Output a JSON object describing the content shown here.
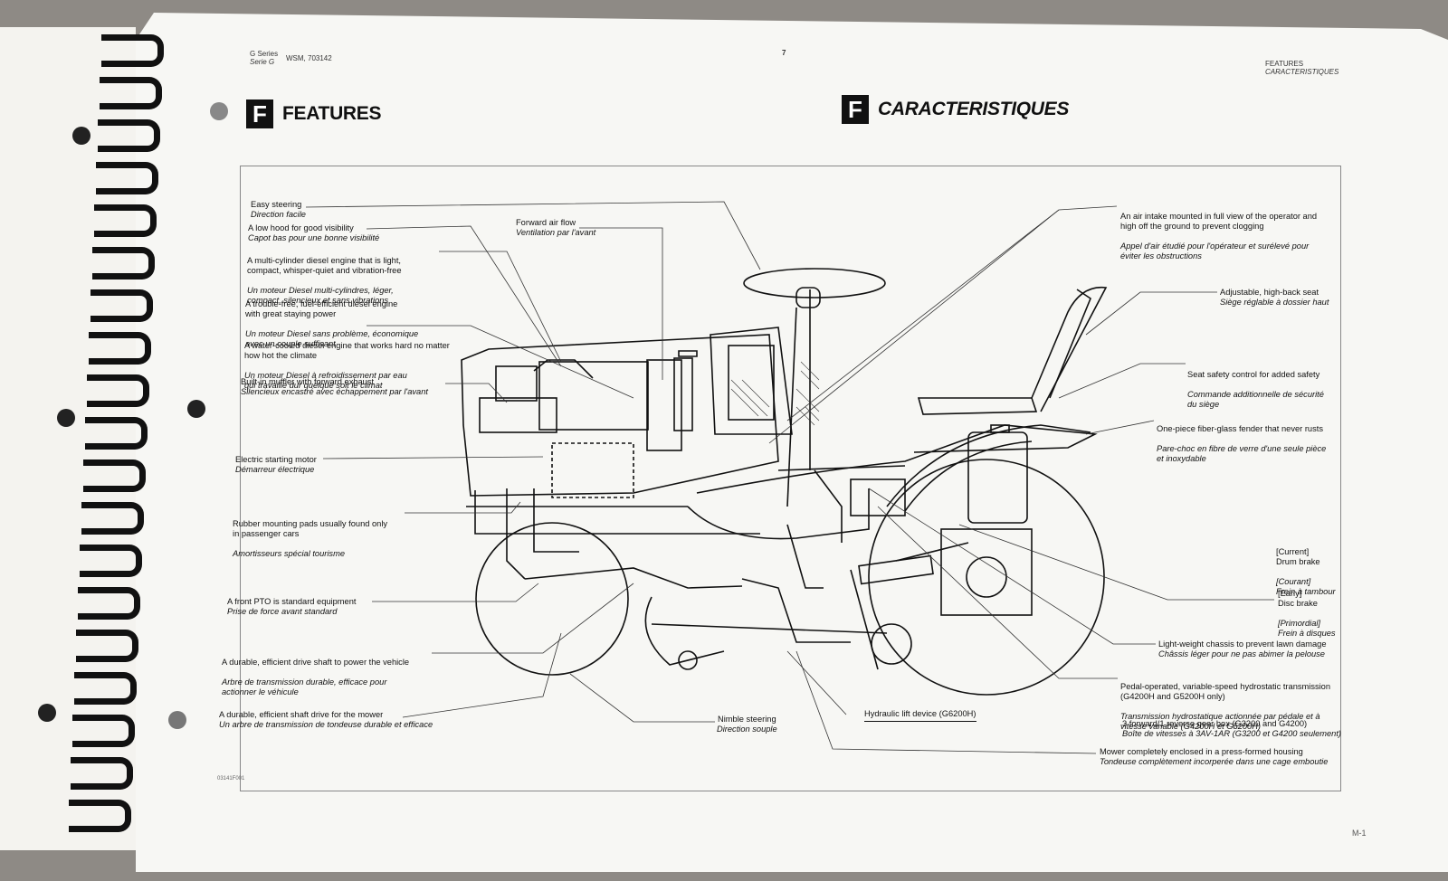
{
  "header": {
    "series_en": "G Series",
    "series_fr": "Serie G",
    "manual": "WSM, 703142",
    "page_number": "7",
    "section_en": "FEATURES",
    "section_fr": "CARACTERISTIQUES"
  },
  "titles": {
    "badge": "F",
    "en": "FEATURES",
    "fr": "CARACTERISTIQUES"
  },
  "labels_left": [
    {
      "en": "Easy steering",
      "fr": "Direction facile"
    },
    {
      "en": "A low hood for good visibility",
      "fr": "Capot bas pour une bonne visibilité"
    },
    {
      "en": "A multi-cylinder diesel engine that is light,\ncompact, whisper-quiet and vibration-free",
      "fr": "Un moteur Diesel multi-cylindres, léger,\ncompact, silencieux et sans vibrations"
    },
    {
      "en": "A trouble-free, fuel-efficient diesel engine\nwith great staying power",
      "fr": "Un moteur Diesel sans problème, économique\navec un couple suffisant"
    },
    {
      "en": "A water-cooled diesel engine that works hard no matter\nhow hot the climate",
      "fr": "Un moteur Diesel à refroidissement par eau\nqui travaille dur quelque soit le climat"
    },
    {
      "en": "Built-in muffler with forward exhaust",
      "fr": "Silencieux encastré avec échappement par l'avant"
    },
    {
      "en": "Electric starting motor",
      "fr": "Démarreur électrique"
    },
    {
      "en": "Rubber mounting pads usually found only\nin passenger cars",
      "fr": "Amortisseurs spécial tourisme"
    },
    {
      "en": "A front PTO is standard equipment",
      "fr": "Prise de force avant standard"
    },
    {
      "en": "A durable, efficient drive shaft to power the vehicle",
      "fr": "Arbre de transmission durable, efficace pour\nactionner le véhicule"
    },
    {
      "en": "A durable, efficient shaft drive for the mower",
      "fr": "Un arbre de transmission de tondeuse durable et efficace"
    }
  ],
  "labels_center": [
    {
      "en": "Forward air flow",
      "fr": "Ventilation par l'avant"
    },
    {
      "en": "Nimble steering",
      "fr": "Direction souple"
    },
    {
      "en": "Hydraulic lift device (G6200H)",
      "fr": ""
    }
  ],
  "labels_right": [
    {
      "en": "An air intake mounted in full view of the operator and\nhigh off the ground to prevent clogging",
      "fr": "Appel d'air étudié pour l'opérateur et surélevé pour\néviter les obstructions"
    },
    {
      "en": "Adjustable, high-back seat",
      "fr": "Siège réglable à dossier haut"
    },
    {
      "en": "Seat safety control for added safety",
      "fr": "Commande additionnelle de sécurité\ndu siège"
    },
    {
      "en": "One-piece fiber-glass fender that never rusts",
      "fr": "Pare-choc en fibre de verre d'une seule pièce\net inoxydable"
    },
    {
      "en": "[Current]\nDrum brake",
      "fr": "[Courant]\nFrein à tambour"
    },
    {
      "en": "[Early]\nDisc brake",
      "fr": "[Primordial]\nFrein à disques"
    },
    {
      "en": "Light-weight chassis to prevent lawn damage",
      "fr": "Châssis léger pour ne pas abimer la pelouse"
    },
    {
      "en": "Pedal-operated, variable-speed hydrostatic transmission\n(G4200H and G5200H only)",
      "fr": "Transmission hydrostatique actionnée par pédale et à\nvitesse variable (G4200H et G5200H)"
    },
    {
      "en": "3 forward/1 reverse gear box (G3200 and G4200)",
      "fr": "Boîte de vitesses à 3AV-1AR (G3200 et G4200 seulement)"
    },
    {
      "en": "Mower completely enclosed in a press-formed housing",
      "fr": "Tondeuse complètement incorperée dans une cage emboutie"
    }
  ],
  "figure_code": "03141F001",
  "footer_page": "M-1"
}
